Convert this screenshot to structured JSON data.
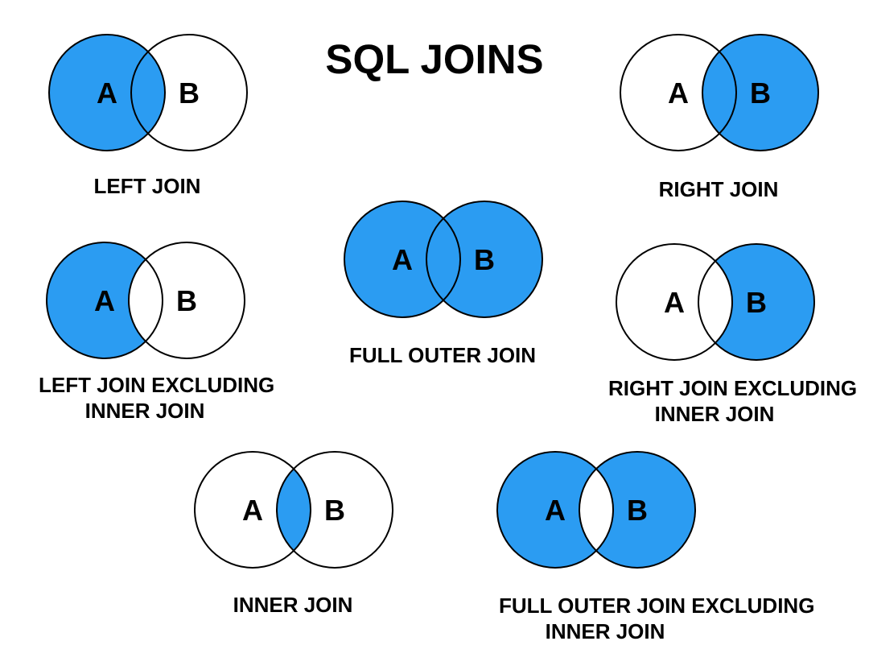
{
  "title": "SQL JOINS",
  "colors": {
    "highlight": "#2B9CF2",
    "empty": "#FFFFFF",
    "outline": "#000000",
    "text": "#000000",
    "background": "#FFFFFF"
  },
  "diagrams": [
    {
      "id": "left-join",
      "label_line1": "LEFT JOIN",
      "label_line2": "",
      "letters": {
        "a": "A",
        "b": "B"
      },
      "fills": {
        "a": "#2B9CF2",
        "b": "#FFFFFF",
        "intersection": "#2B9CF2"
      }
    },
    {
      "id": "right-join",
      "label_line1": "RIGHT JOIN",
      "label_line2": "",
      "letters": {
        "a": "A",
        "b": "B"
      },
      "fills": {
        "a": "#FFFFFF",
        "b": "#2B9CF2",
        "intersection": "#2B9CF2"
      }
    },
    {
      "id": "left-join-excluding-inner-join",
      "label_line1": "LEFT JOIN EXCLUDING",
      "label_line2": "INNER JOIN",
      "letters": {
        "a": "A",
        "b": "B"
      },
      "fills": {
        "a": "#2B9CF2",
        "b": "#FFFFFF",
        "intersection": "#FFFFFF"
      }
    },
    {
      "id": "full-outer-join",
      "label_line1": "FULL OUTER JOIN",
      "label_line2": "",
      "letters": {
        "a": "A",
        "b": "B"
      },
      "fills": {
        "a": "#2B9CF2",
        "b": "#2B9CF2",
        "intersection": "#2B9CF2"
      }
    },
    {
      "id": "right-join-excluding-inner-join",
      "label_line1": "RIGHT JOIN EXCLUDING",
      "label_line2": "INNER JOIN",
      "letters": {
        "a": "A",
        "b": "B"
      },
      "fills": {
        "a": "#FFFFFF",
        "b": "#2B9CF2",
        "intersection": "#FFFFFF"
      }
    },
    {
      "id": "inner-join",
      "label_line1": "INNER JOIN",
      "label_line2": "",
      "letters": {
        "a": "A",
        "b": "B"
      },
      "fills": {
        "a": "#FFFFFF",
        "b": "#FFFFFF",
        "intersection": "#2B9CF2"
      }
    },
    {
      "id": "full-outer-join-excluding-inner-join",
      "label_line1": "FULL OUTER JOIN EXCLUDING",
      "label_line2": "INNER JOIN",
      "letters": {
        "a": "A",
        "b": "B"
      },
      "fills": {
        "a": "#2B9CF2",
        "b": "#2B9CF2",
        "intersection": "#FFFFFF"
      }
    }
  ]
}
